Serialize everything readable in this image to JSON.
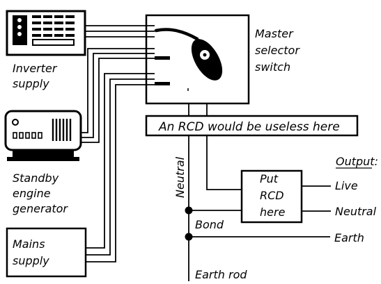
{
  "labels": {
    "inverter_supply": [
      "Inverter",
      "supply"
    ],
    "standby_generator": [
      "Standby",
      "engine",
      "generator"
    ],
    "mains_supply": [
      "Mains",
      "supply"
    ],
    "master_switch": [
      "Master",
      "selector",
      "switch"
    ],
    "rcd_useless": "An RCD would be useless here",
    "neutral_vertical": "Neutral",
    "put_rcd": [
      "Put",
      "RCD",
      "here"
    ],
    "output": "Output:",
    "live": "Live",
    "neutral_out": "Neutral",
    "earth": "Earth",
    "bond": "Bond",
    "earth_rod": "Earth rod"
  },
  "icons": {
    "inverter": "inverter-unit-icon",
    "generator": "generator-unit-icon",
    "switch_knob": "rotary-switch-icon"
  }
}
